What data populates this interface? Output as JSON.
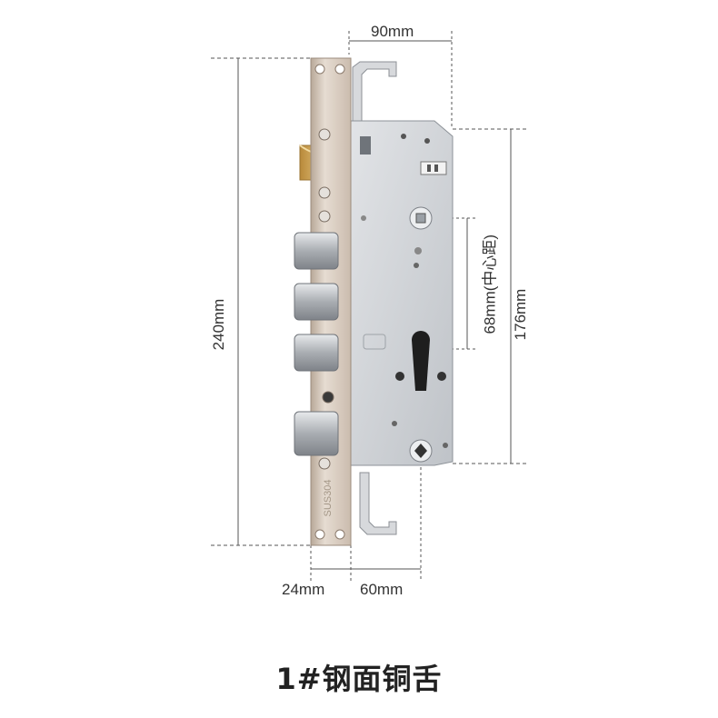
{
  "dimensions": {
    "width_top": "90mm",
    "height_total": "240mm",
    "center_distance": "68mm",
    "center_distance_note": "(中心距)",
    "mount_height": "176mm",
    "faceplate_width": "24mm",
    "backset": "60mm"
  },
  "faceplate_stamp": "SUS304",
  "caption": "1#钢面铜舌",
  "colors": {
    "faceplate": "#d9ccbf",
    "brass_latch": "#c9a25a",
    "body": "#cfd2d6",
    "dimension_line": "#444444"
  }
}
